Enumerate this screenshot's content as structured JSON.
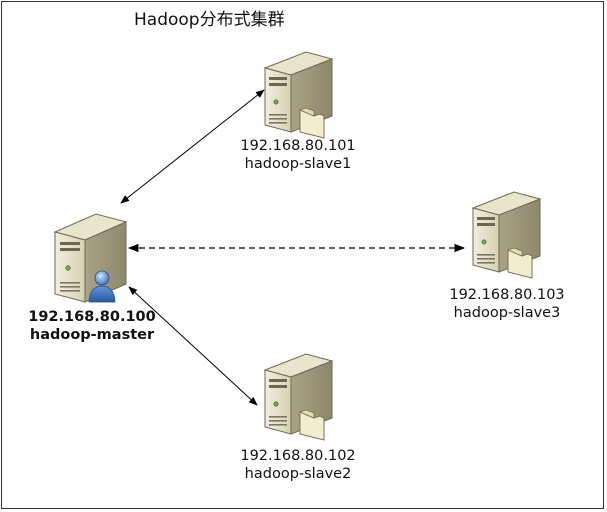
{
  "diagram": {
    "title": "Hadoop分布式集群",
    "nodes": [
      {
        "id": "master",
        "ip": "192.168.80.100",
        "hostname": "hadoop-master",
        "icon": "server-with-user-icon"
      },
      {
        "id": "slave1",
        "ip": "192.168.80.101",
        "hostname": "hadoop-slave1",
        "icon": "server-with-folder-icon"
      },
      {
        "id": "slave2",
        "ip": "192.168.80.102",
        "hostname": "hadoop-slave2",
        "icon": "server-with-folder-icon"
      },
      {
        "id": "slave3",
        "ip": "192.168.80.103",
        "hostname": "hadoop-slave3",
        "icon": "server-with-folder-icon"
      }
    ],
    "edges": [
      {
        "from": "master",
        "to": "slave1",
        "style": "solid",
        "arrows": "both"
      },
      {
        "from": "master",
        "to": "slave2",
        "style": "solid",
        "arrows": "both"
      },
      {
        "from": "master",
        "to": "slave3",
        "style": "dashed",
        "arrows": "both"
      }
    ]
  }
}
